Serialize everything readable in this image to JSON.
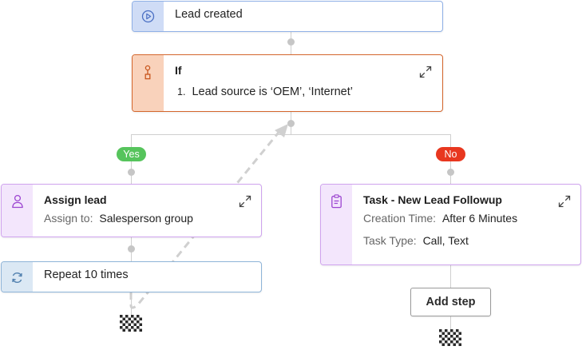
{
  "trigger": {
    "label": "Lead created",
    "icon": "play-circle-icon",
    "color": "#8fb0e6"
  },
  "condition": {
    "title": "If",
    "rule_number": "1.",
    "rule_text": "Lead source is ‘OEM’, ‘Internet’",
    "icon": "branch-icon",
    "color": "#d4662c"
  },
  "branches": {
    "yes_label": "Yes",
    "no_label": "No",
    "yes_color": "#56c45c",
    "no_color": "#e8371f"
  },
  "assign": {
    "title": "Assign lead",
    "field_label": "Assign to:",
    "field_value": "Salesperson group",
    "icon": "person-icon",
    "color": "#cfa3ee"
  },
  "repeat": {
    "label": "Repeat 10 times",
    "icon": "refresh-icon",
    "color": "#8eb4d8"
  },
  "task": {
    "title": "Task - New Lead Followup",
    "creation_label": "Creation Time:",
    "creation_value": "After 6 Minutes",
    "type_label": "Task Type:",
    "type_value": "Call, Text",
    "icon": "clipboard-icon",
    "color": "#cfa3ee"
  },
  "add_step": {
    "label": "Add step"
  }
}
